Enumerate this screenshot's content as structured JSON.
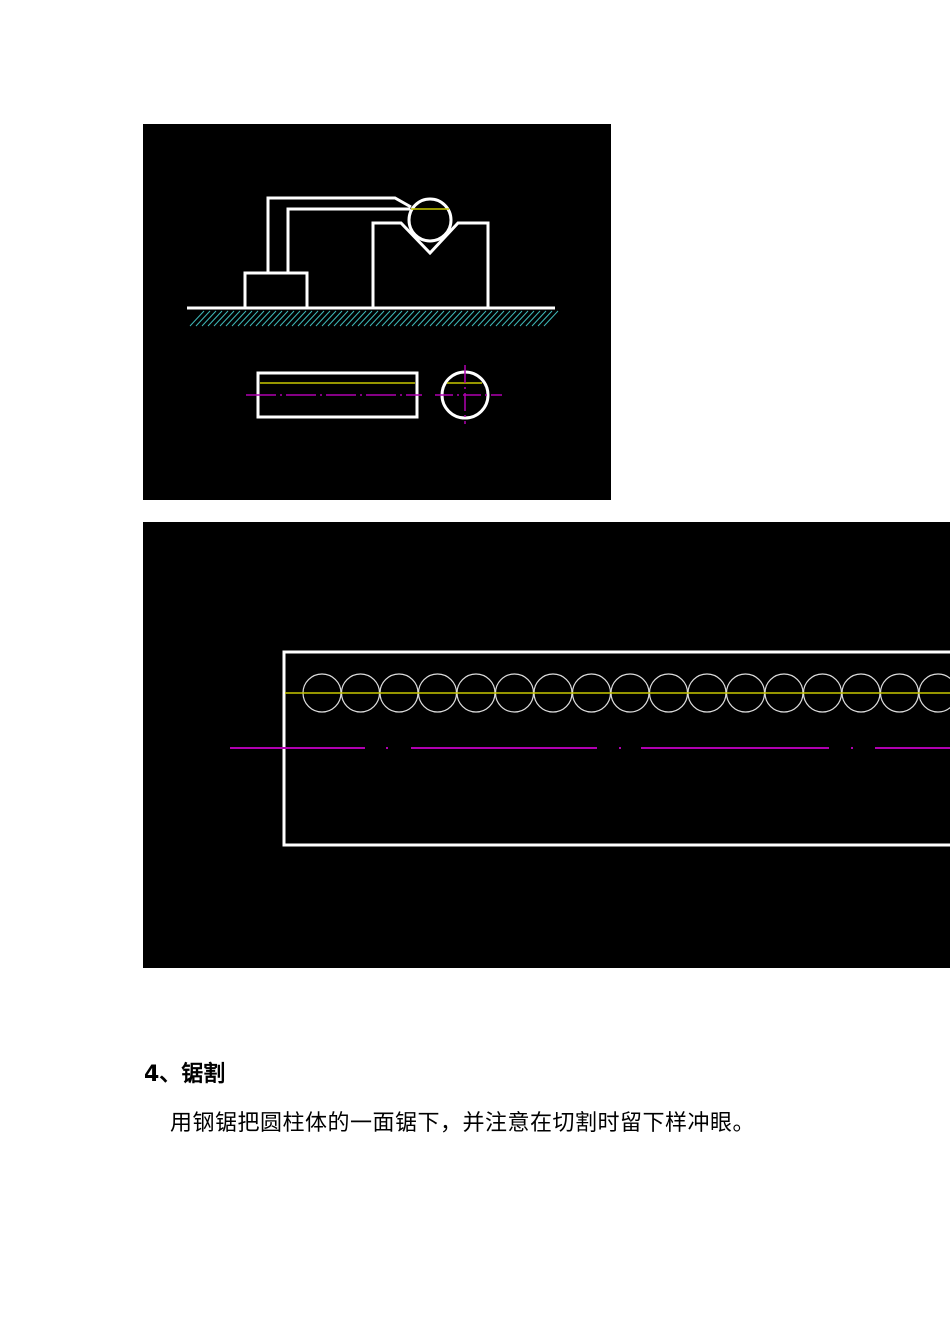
{
  "figures": [
    {
      "subject": "cad-drawing-v-block-setup",
      "colors": {
        "background": "#000000",
        "outline": "#ffffff",
        "reference_line": "#c8c800",
        "center_line": "#b000b0",
        "hatch": "#3fb8b8"
      }
    },
    {
      "subject": "cad-drawing-cylinder-drilled-holes",
      "hole_count_visible": 17,
      "colors": {
        "background": "#000000",
        "outline": "#ffffff",
        "reference_line": "#c8c800",
        "center_line": "#b000b0"
      }
    }
  ],
  "section": {
    "heading": "4、锯割",
    "body": "用钢锯把圆柱体的一面锯下，并注意在切割时留下样冲眼。"
  }
}
